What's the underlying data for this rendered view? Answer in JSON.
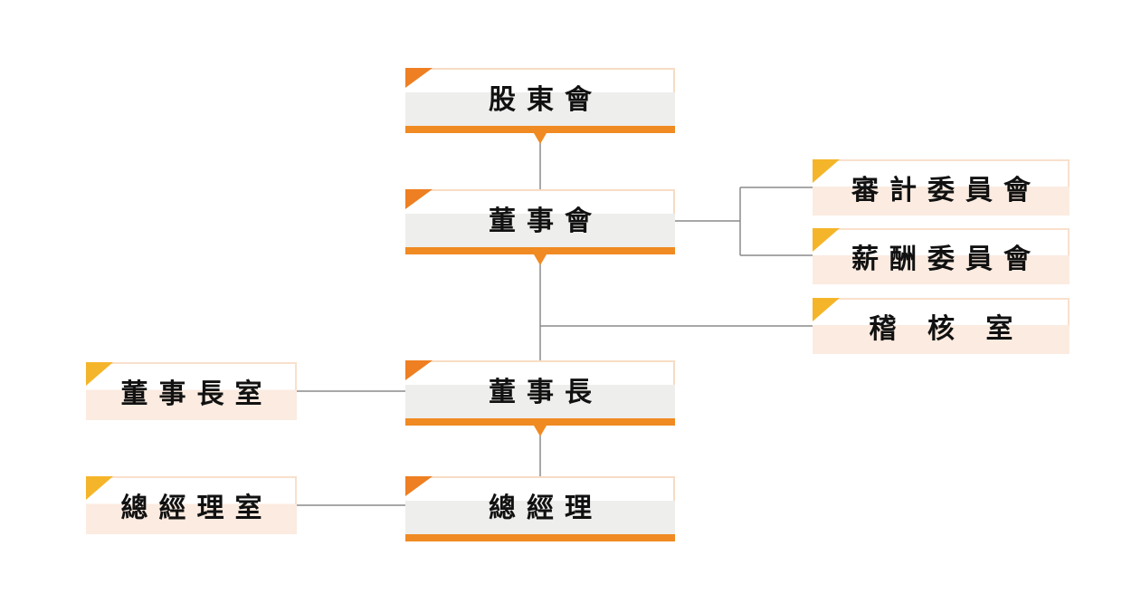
{
  "org_chart": {
    "nodes": {
      "shareholders": "股東會",
      "board": "董事會",
      "audit_committee": "審計委員會",
      "compensation_committee": "薪酬委員會",
      "internal_audit": "稽 核 室",
      "chairman": "董事長",
      "chairman_office": "董事長室",
      "president": "總經理",
      "president_office": "總經理室"
    },
    "colors": {
      "primary_accent": "#f08a22",
      "primary_fill": "#eeeeec",
      "secondary_accent": "#f5b52a",
      "secondary_fill": "#fbebe0",
      "connector": "#8a8a8a"
    }
  }
}
